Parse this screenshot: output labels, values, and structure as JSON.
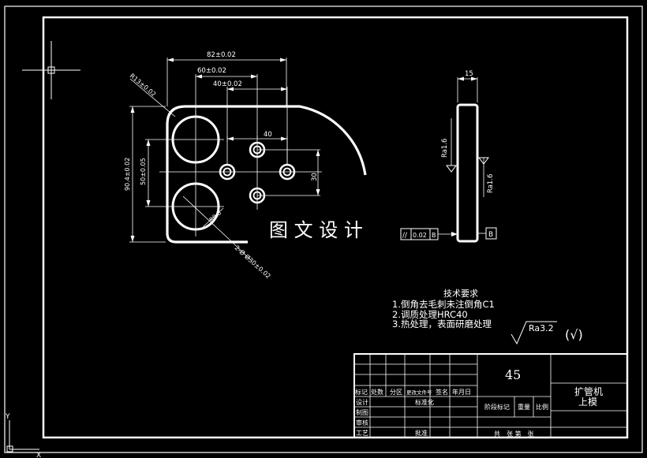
{
  "watermark": "图 文 设 计",
  "dimensions": {
    "width_82": "82±0.02",
    "width_60": "60±0.02",
    "width_40": "40±0.02",
    "radius_13": "R13±0.02",
    "height_90": "90.4±0.02",
    "height_50": "50±0.05",
    "hole_spacing_h": "40",
    "hole_spacing_v": "30",
    "small_radius": "R0.8",
    "hole_dia": "2-Ø Ø30±0.02",
    "thickness": "15"
  },
  "surface": {
    "ra_top": "Ra1.6",
    "ra_bottom": "Ra1.6",
    "global_ra": "Ra3.2",
    "global_paren": "(√)"
  },
  "tolerance": {
    "symbol": "//",
    "value": "0.02",
    "datum": "B",
    "datum_box": "B"
  },
  "tech": {
    "title": "技术要求",
    "lines": [
      "1.倒角去毛刺未注倒角C1",
      "2.调质处理HRC40",
      "3.热处理，表面研磨处理"
    ]
  },
  "title_block": {
    "material": "45",
    "name_line1": "扩管机",
    "name_line2": "上模",
    "labels": {
      "mark": "标记",
      "count": "处数",
      "zone": "分区",
      "change_doc": "更改文件号",
      "sign": "签名",
      "date": "年月日",
      "design": "设计",
      "standardize": "标准化",
      "draw": "制图",
      "review": "审核",
      "process": "工艺",
      "approve": "批准",
      "stage": "阶段标记",
      "weight": "重量",
      "scale": "比例",
      "sheets": "共　张 第　张"
    }
  },
  "ucs": {
    "y": "Y",
    "x": "X"
  }
}
